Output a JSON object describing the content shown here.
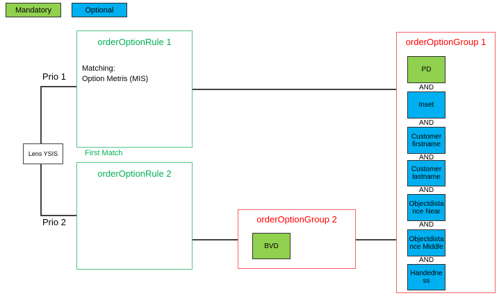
{
  "legend": {
    "mandatory": "Mandatory",
    "optional": "Optional"
  },
  "labels": {
    "prio1": "Prio 1",
    "prio2": "Prio 2",
    "first_match": "First Match",
    "lens": "Lens YSIS",
    "and": "AND"
  },
  "rule1": {
    "title": "orderOptionRule 1",
    "body_line1": "Matching:",
    "body_line2": "Option Metris (MIS)"
  },
  "rule2": {
    "title": "orderOptionRule 2"
  },
  "group2": {
    "title": "orderOptionGroup 2",
    "items": [
      {
        "label": "BVD",
        "type": "mandatory"
      }
    ]
  },
  "group1": {
    "title": "orderOptionGroup 1",
    "items": [
      {
        "label": "PD",
        "type": "mandatory"
      },
      {
        "label": "Inset",
        "type": "optional"
      },
      {
        "label": "Customer firstname",
        "type": "optional"
      },
      {
        "label": "Customer lastname",
        "type": "optional"
      },
      {
        "label": "Objectdistance Near",
        "type": "optional"
      },
      {
        "label": "Objectdistance Middle",
        "type": "optional"
      },
      {
        "label": "Handedness",
        "type": "optional"
      }
    ]
  },
  "colors": {
    "mandatory_fill": "#92d050",
    "optional_fill": "#00b0f0",
    "rule_title": "#00b050",
    "rule_border": "#4ec47e",
    "group_title": "#ff0000",
    "group_border": "#ff5f5f",
    "connector": "#404040"
  }
}
